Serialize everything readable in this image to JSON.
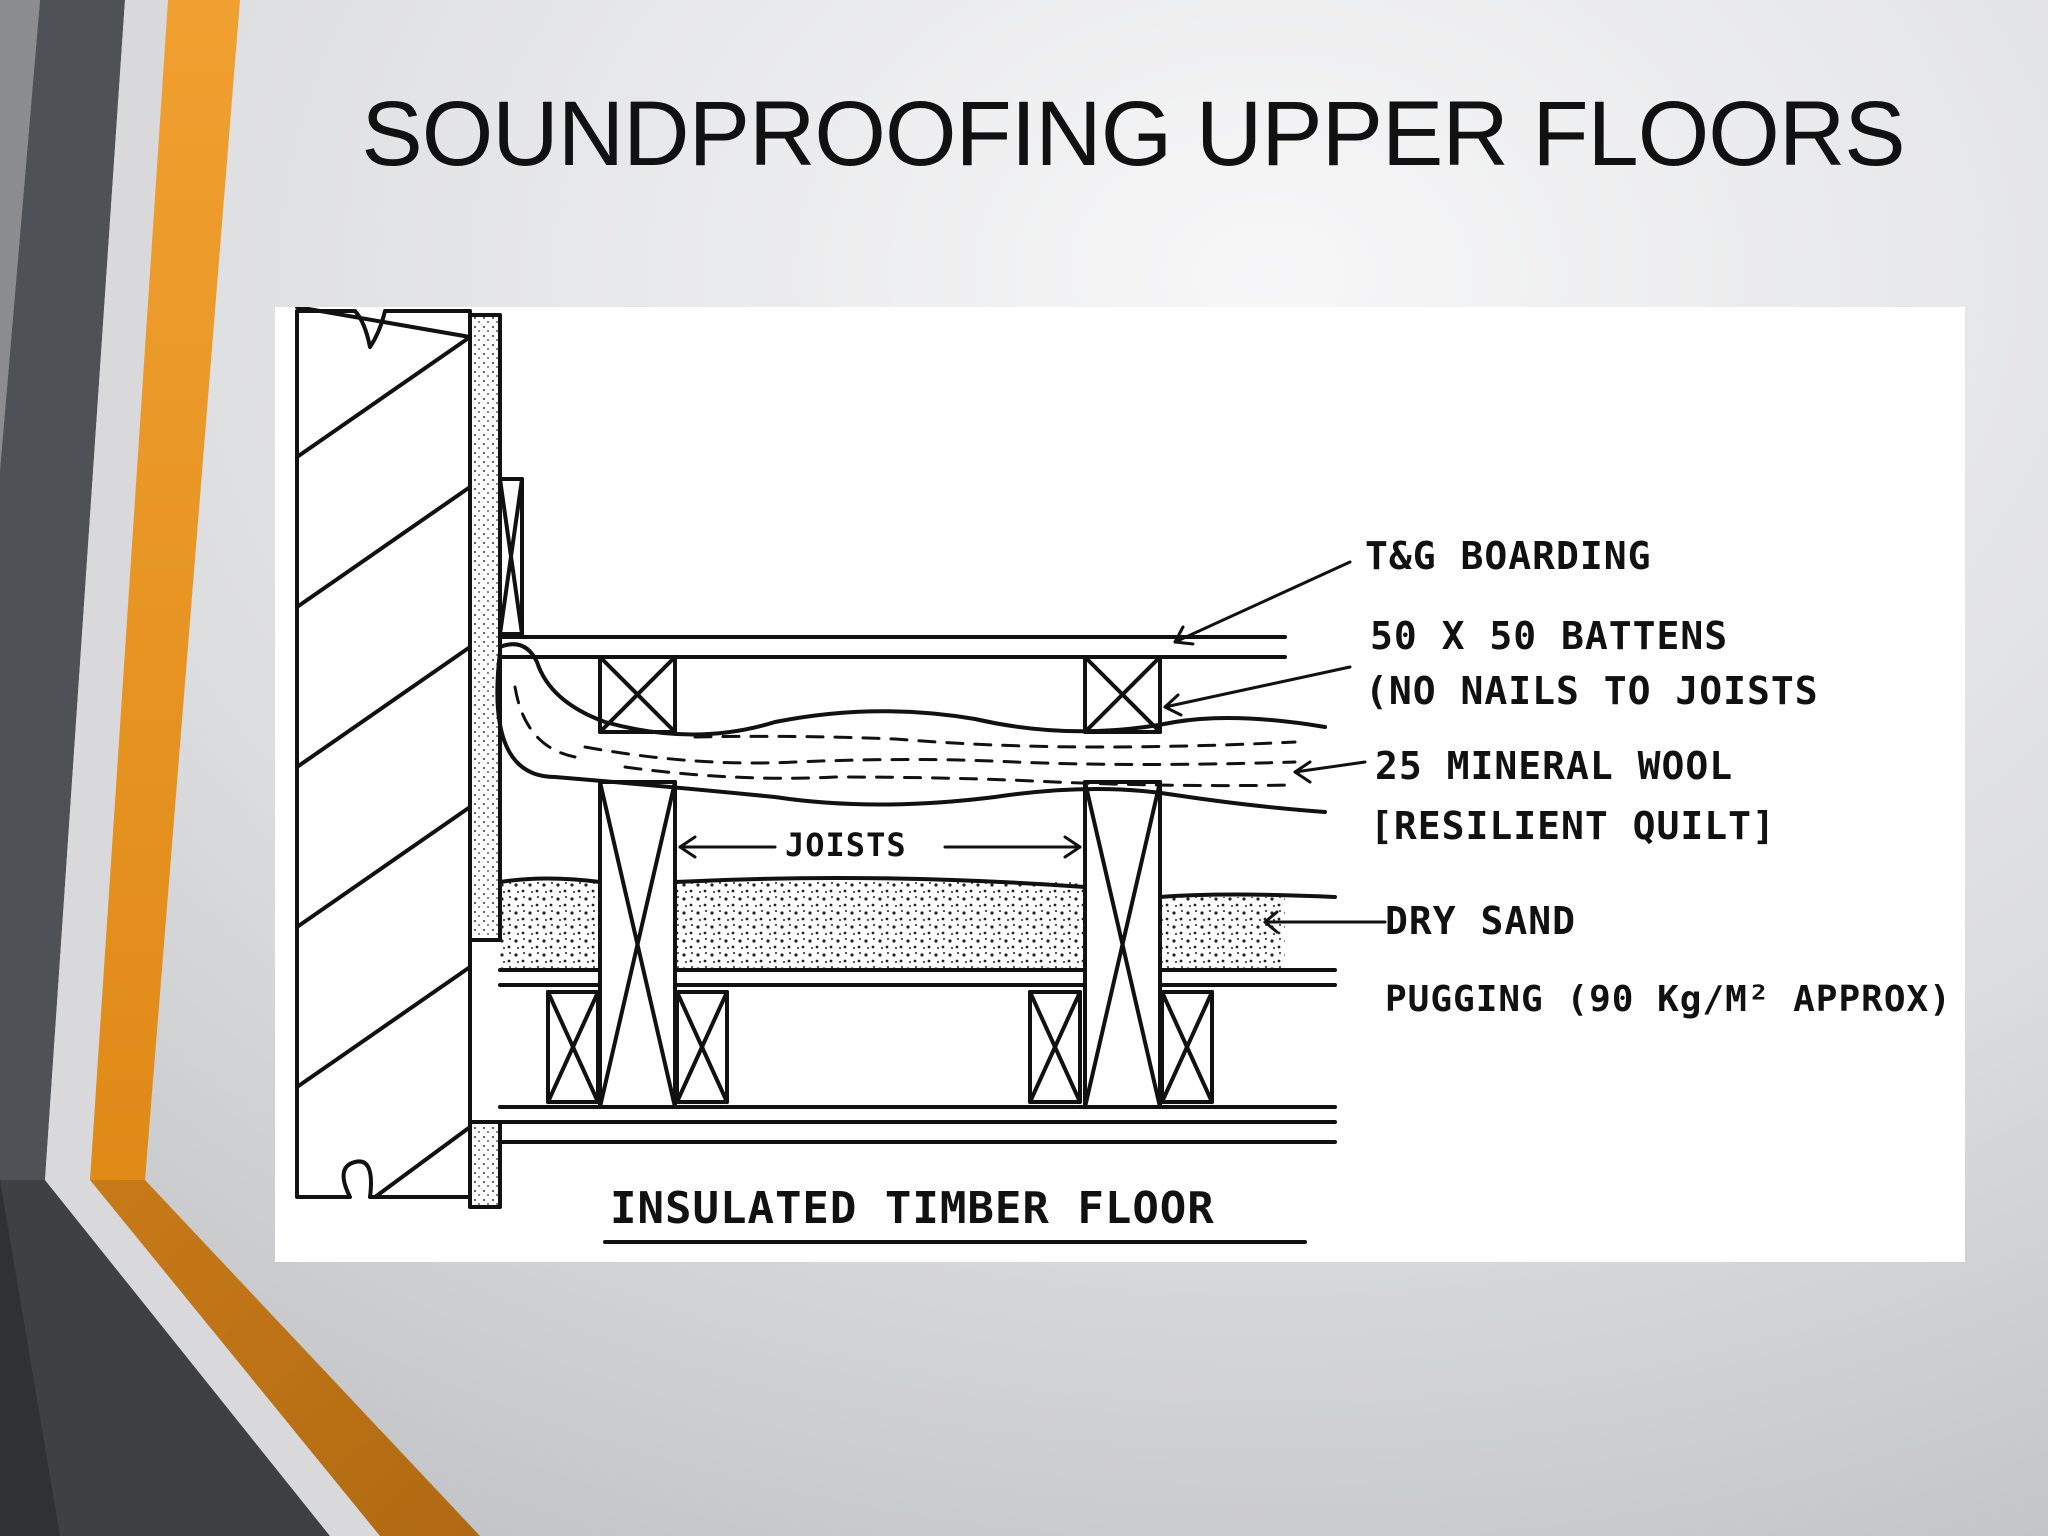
{
  "slide": {
    "title": "SOUNDPROOFING UPPER FLOORS"
  },
  "diagram": {
    "caption": "INSULATED   TIMBER   FLOOR",
    "labels": {
      "boarding": "T&G BOARDING",
      "battens_line1": "50 X 50  BATTENS",
      "battens_line2": "(NO NAILS TO JOISTS",
      "wool_line1": "25 MINERAL WOOL",
      "wool_line2": "[RESILIENT  QUILT]",
      "sand_line1": "DRY SAND",
      "sand_line2": "PUGGING (90 Kg/M² APPROX)",
      "joists": "JOISTS"
    }
  },
  "colors": {
    "accent_orange": "#E8921E",
    "accent_dark": "#55585C",
    "background_light": "#F2F2F3",
    "background_dark": "#BDBEC1"
  }
}
